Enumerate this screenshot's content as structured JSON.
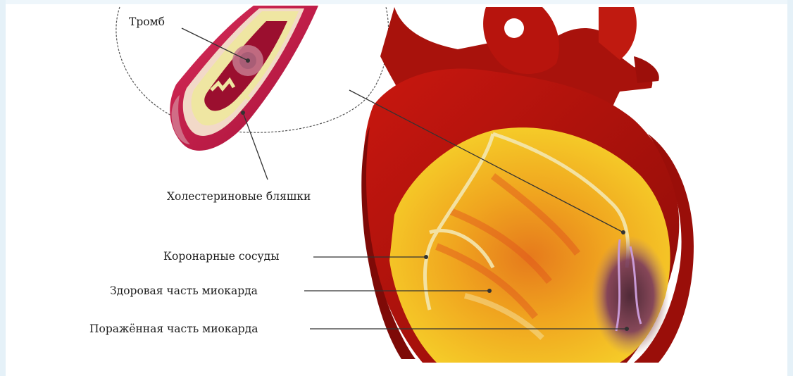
{
  "labels": {
    "thrombus": "Тромб",
    "cholesterol_plaques": "Холестериновые бляшки",
    "coronary_vessels": "Коронарные сосуды",
    "healthy_myocardium": "Здоровая часть миокарда",
    "damaged_myocardium": "Поражённая часть миокарда"
  },
  "colors": {
    "heart_outer": "#b3120d",
    "heart_dark": "#7e0a07",
    "myocardium_yellow": "#f2c21a",
    "myocardium_orange": "#e67a1c",
    "damaged_purple": "#5a2a55",
    "artery_wall": "#c8224e",
    "plaque": "#efe6a2",
    "leader_line": "#333333"
  }
}
